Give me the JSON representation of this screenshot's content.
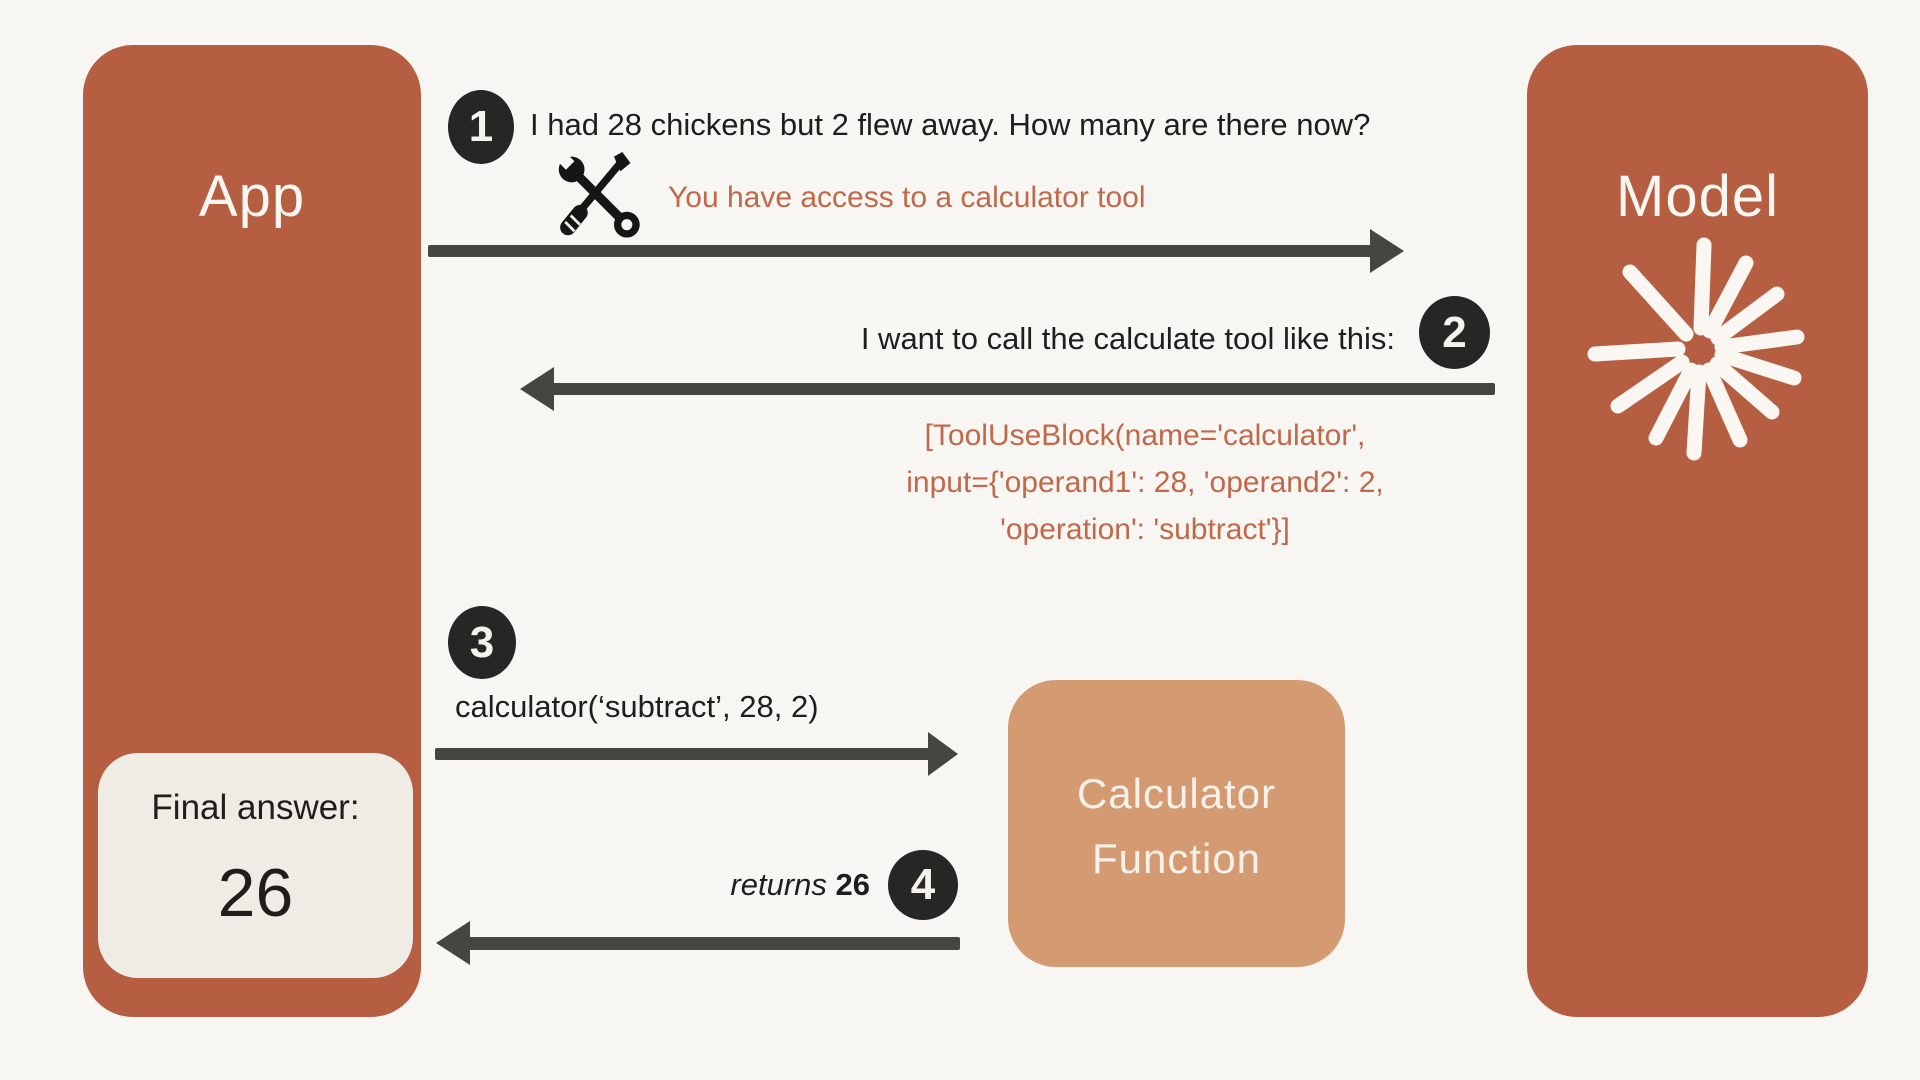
{
  "colors": {
    "bg": "#f8f6f2",
    "terracotta": "#b55e41",
    "tan": "#d49b72",
    "finalbg": "#efece5",
    "arrow": "#454542",
    "circle": "#262624",
    "ink": "#1f1e1c",
    "accent": "#c0684a",
    "boxtext": "#faf7f2"
  },
  "app": {
    "title": "App",
    "final_label": "Final answer:",
    "final_value": "26"
  },
  "model": {
    "title": "Model",
    "icon": "model-spark-icon"
  },
  "calculator": {
    "line1": "Calculator",
    "line2": "Function"
  },
  "steps": {
    "s1": {
      "num": "1",
      "text": "I had 28 chickens but 2 flew away. How many are there now?",
      "icon": "tools-icon",
      "note": "You have access to a calculator tool",
      "direction": "app-to-model"
    },
    "s2": {
      "num": "2",
      "text": "I want to call the calculate tool like this:",
      "code1": "[ToolUseBlock(name='calculator',",
      "code2": "input={'operand1': 28, 'operand2': 2,",
      "code3": "'operation': 'subtract'}]",
      "direction": "model-to-app"
    },
    "s3": {
      "num": "3",
      "text": "calculator(‘subtract’, 28, 2)",
      "direction": "app-to-calculator"
    },
    "s4": {
      "num": "4",
      "text_italic": "returns",
      "text_bold": "26",
      "direction": "calculator-to-app"
    }
  }
}
